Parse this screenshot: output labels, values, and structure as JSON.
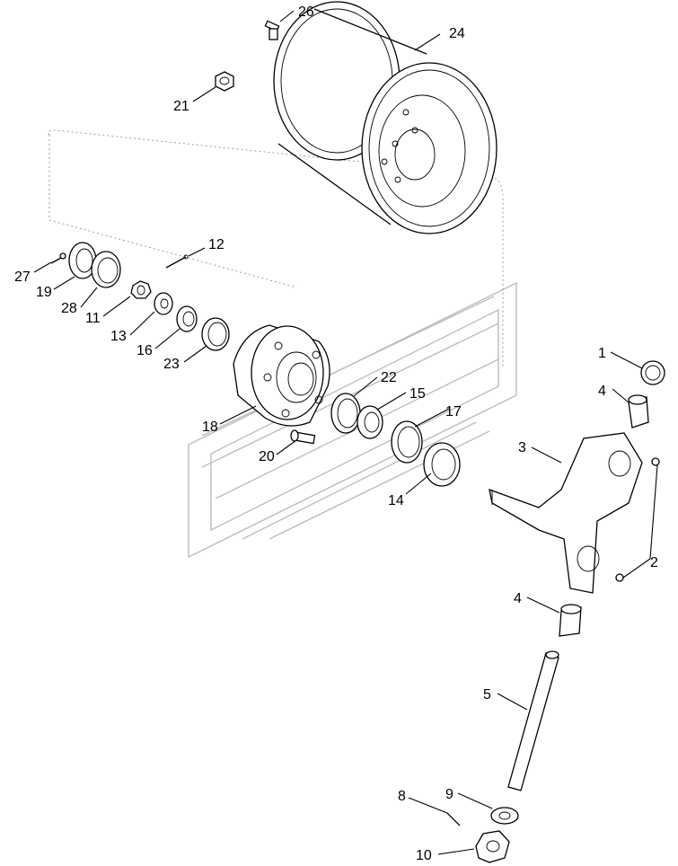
{
  "callouts": [
    {
      "id": "1",
      "text": "1"
    },
    {
      "id": "2",
      "text": "2"
    },
    {
      "id": "3",
      "text": "3"
    },
    {
      "id": "4a",
      "text": "4"
    },
    {
      "id": "4b",
      "text": "4"
    },
    {
      "id": "5",
      "text": "5"
    },
    {
      "id": "8",
      "text": "8"
    },
    {
      "id": "9",
      "text": "9"
    },
    {
      "id": "10",
      "text": "10"
    },
    {
      "id": "11",
      "text": "11"
    },
    {
      "id": "12",
      "text": "12"
    },
    {
      "id": "13",
      "text": "13"
    },
    {
      "id": "14",
      "text": "14"
    },
    {
      "id": "15",
      "text": "15"
    },
    {
      "id": "16",
      "text": "16"
    },
    {
      "id": "17",
      "text": "17"
    },
    {
      "id": "18",
      "text": "18"
    },
    {
      "id": "19",
      "text": "19"
    },
    {
      "id": "20",
      "text": "20"
    },
    {
      "id": "21",
      "text": "21"
    },
    {
      "id": "22",
      "text": "22"
    },
    {
      "id": "23",
      "text": "23"
    },
    {
      "id": "24",
      "text": "24"
    },
    {
      "id": "26",
      "text": "26"
    },
    {
      "id": "27",
      "text": "27"
    },
    {
      "id": "28",
      "text": "28"
    }
  ]
}
